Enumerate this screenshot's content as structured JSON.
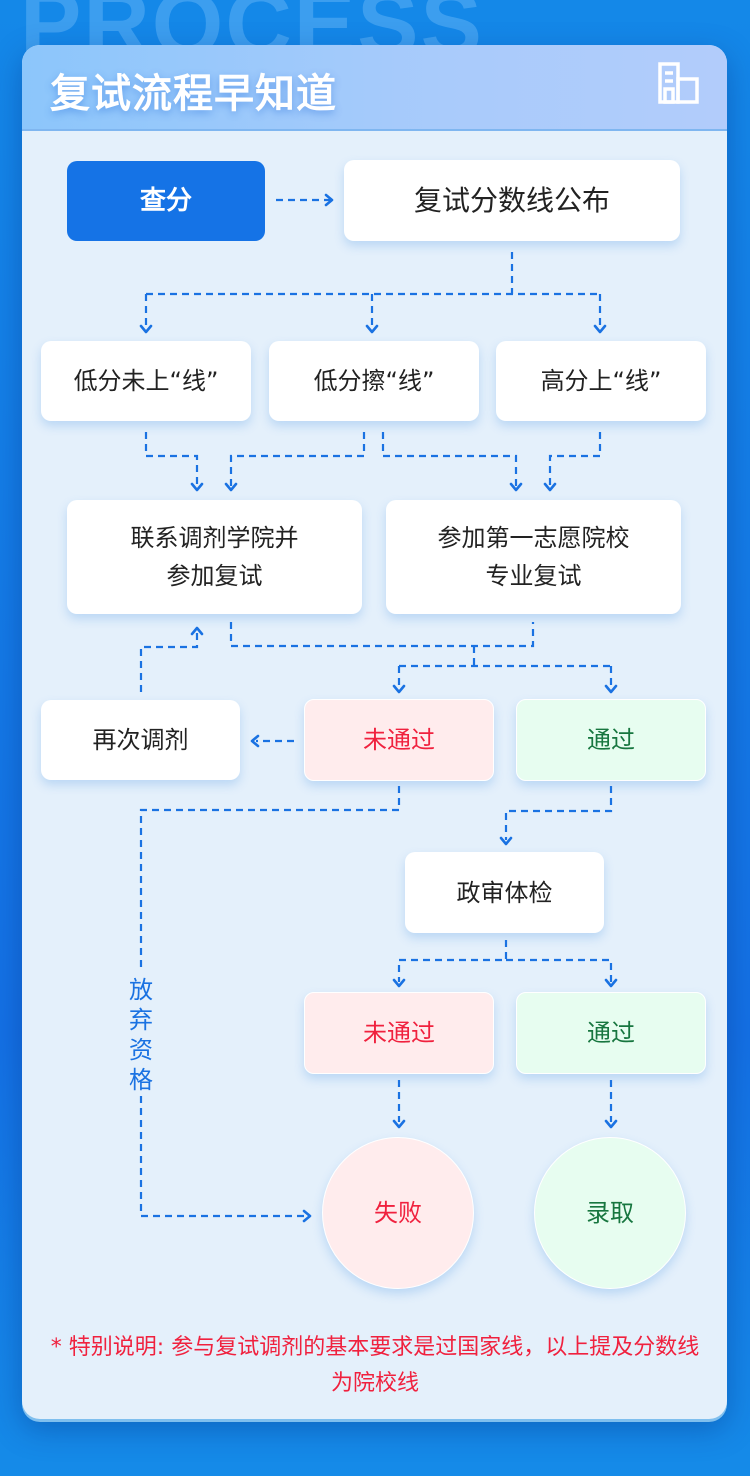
{
  "watermark": "PROCESS",
  "header": {
    "title": "复试流程早知道",
    "icon": "building-icon"
  },
  "colors": {
    "accent": "#1573e6",
    "fail": "#f0213e",
    "pass": "#17763f",
    "line": "#1a72e2"
  },
  "nodes": {
    "check_score": "查分",
    "announce": "复试分数线公布",
    "low_fail": "低分未上“线”",
    "low_edge": "低分擦“线”",
    "high": "高分上“线”",
    "adjust_line1": "联系调剂学院并",
    "adjust_line2": "参加复试",
    "first_line1": "参加第一志愿院校",
    "first_line2": "专业复试",
    "readjust": "再次调剂",
    "fail1": "未通过",
    "pass1": "通过",
    "review": "政审体检",
    "fail2": "未通过",
    "pass2": "通过",
    "failed": "失败",
    "admitted": "录取"
  },
  "side_label": "放弃资格",
  "note": "* 特别说明: 参与复试调剂的基本要求是过国家线，以上提及分数线为院校线"
}
